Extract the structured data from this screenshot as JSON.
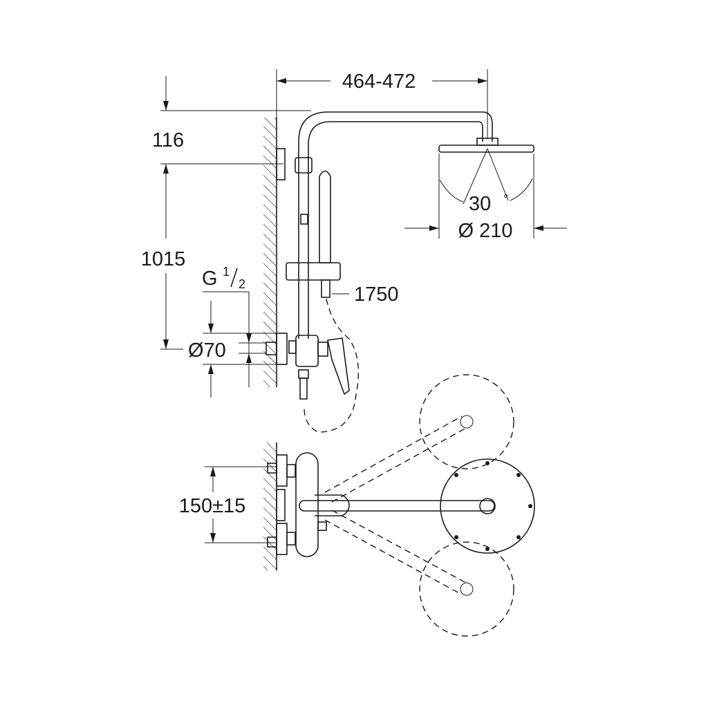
{
  "dimensions": {
    "arm_length": "464-472",
    "arm_height": "116",
    "riser_height": "1015",
    "thread_g": "G",
    "thread_num": "1",
    "thread_den": "2",
    "escutcheon": "Ø70",
    "hose_length": "1750",
    "tilt_angle": "30",
    "tilt_unit": "°",
    "head_diameter": "Ø 210",
    "center_distance": "150±15"
  }
}
